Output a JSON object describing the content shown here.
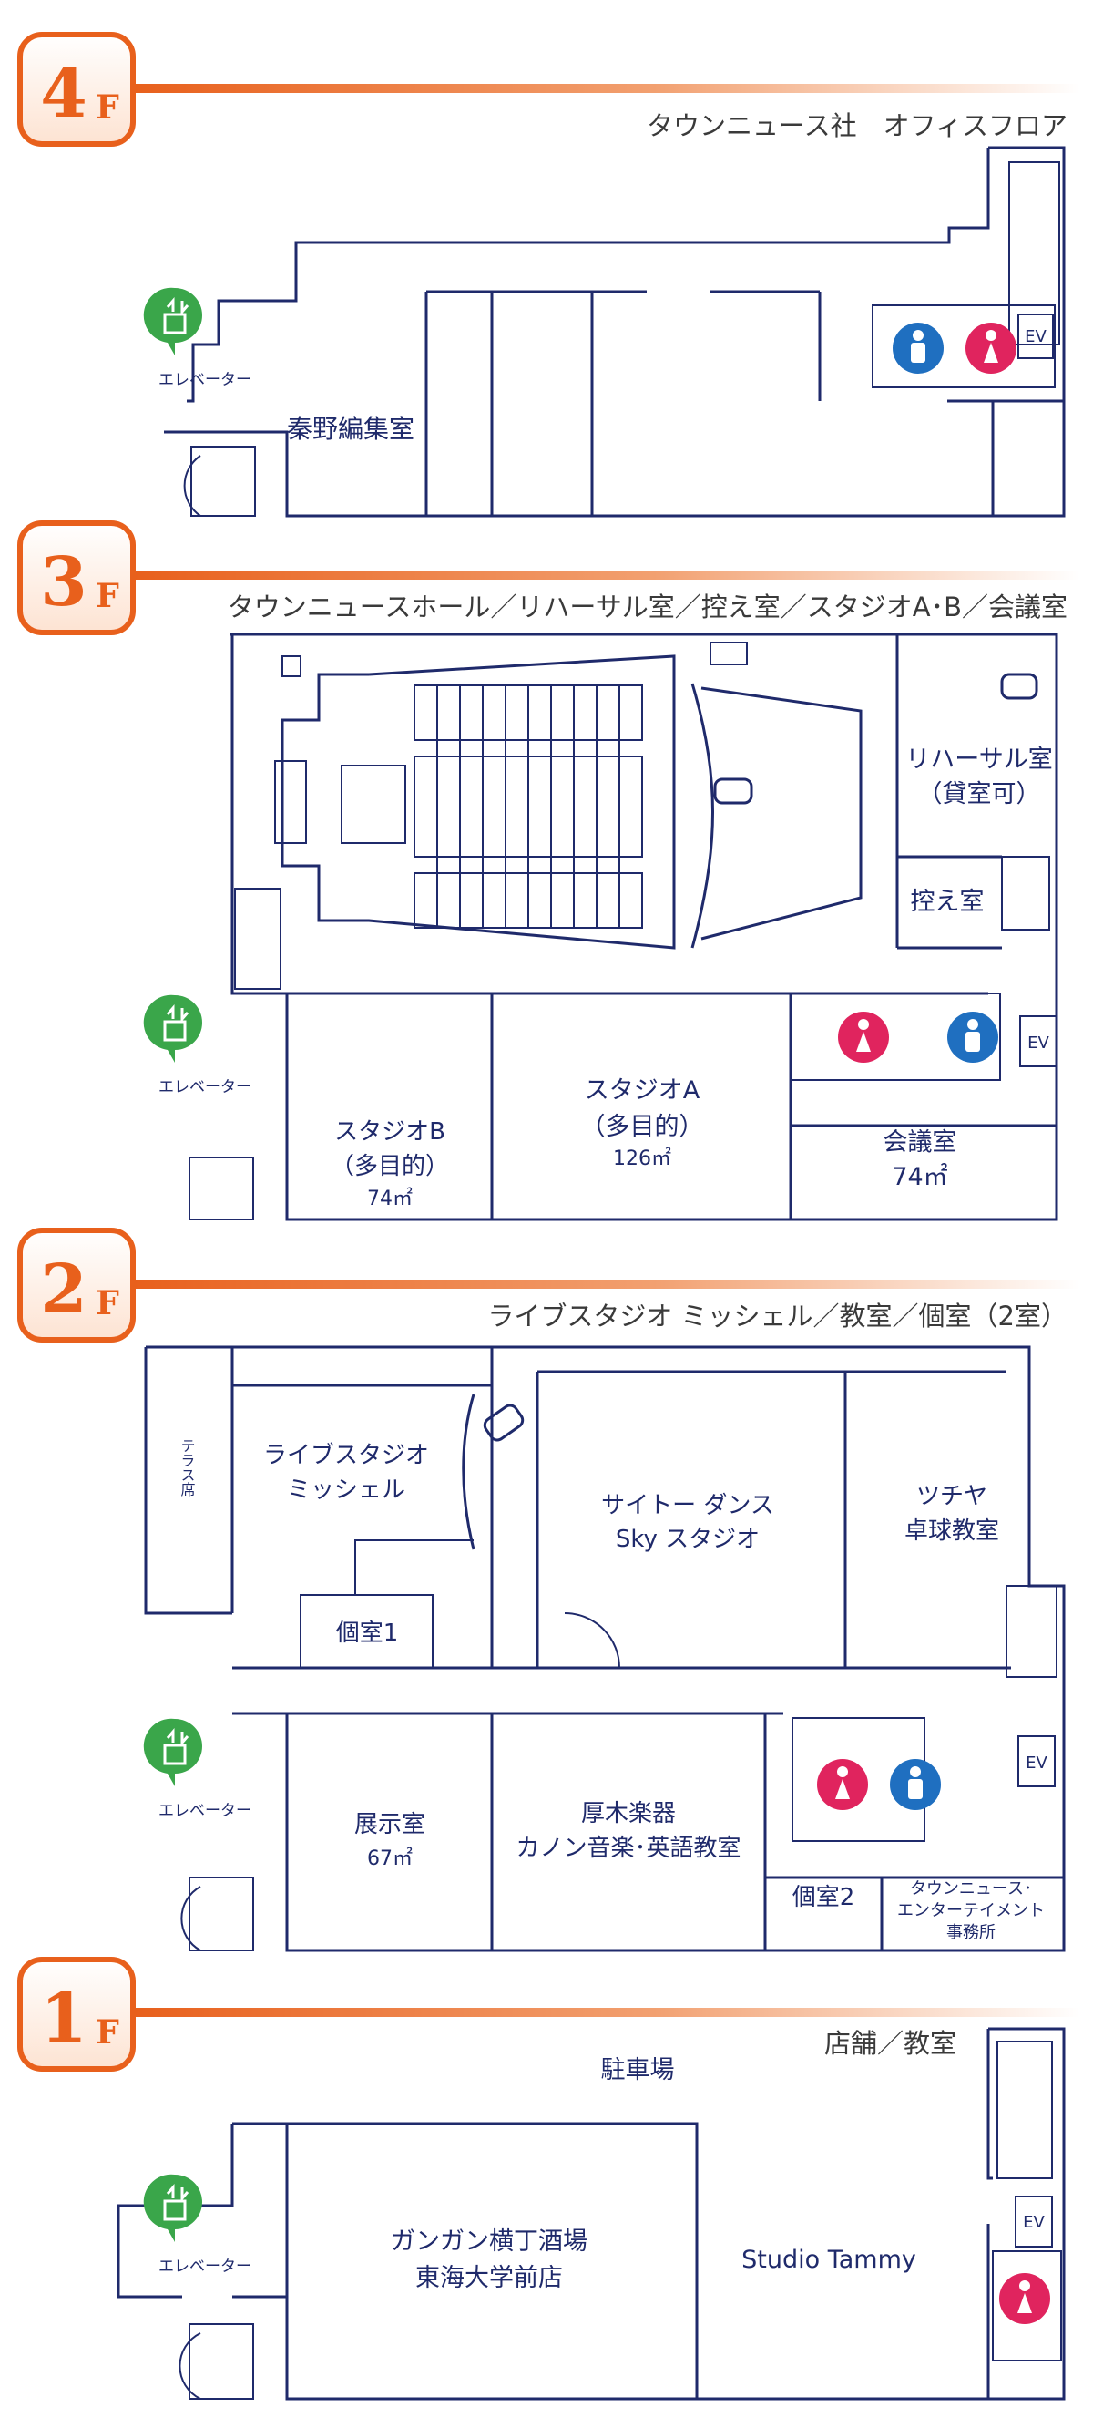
{
  "colors": {
    "accent": "#e8601c",
    "line": "#1f2a6b",
    "elevator": "#3aa64a",
    "male": "#1f6fc0",
    "female": "#e0245e"
  },
  "icons": [
    "elevator-icon",
    "male-restroom-icon",
    "female-restroom-icon",
    "piano-icon"
  ],
  "floors": {
    "f4": {
      "num": "4",
      "suffix": "F",
      "description": "タウンニュース社　オフィスフロア",
      "elevator_label": "エレベーター",
      "ev": "EV",
      "room_hatano": "秦野編集室"
    },
    "f3": {
      "num": "3",
      "suffix": "F",
      "description": "タウンニュースホール／リハーサル室／控え室／スタジオA･B／会議室",
      "elevator_label": "エレベーター",
      "ev": "EV",
      "rehearsal_1": "リハーサル室",
      "rehearsal_2": "（貸室可）",
      "waiting": "控え室",
      "studio_b_1": "スタジオB",
      "studio_b_2": "（多目的）",
      "studio_b_3": "74㎡",
      "studio_a_1": "スタジオA",
      "studio_a_2": "（多目的）",
      "studio_a_3": "126㎡",
      "meeting_1": "会議室",
      "meeting_2": "74㎡"
    },
    "f2": {
      "num": "2",
      "suffix": "F",
      "description": "ライブスタジオ  ミッシェル／教室／個室（2室）",
      "elevator_label": "エレベーター",
      "ev": "EV",
      "terrace": "テラス席",
      "live_1": "ライブスタジオ",
      "live_2": "ミッシェル",
      "saito_1": "サイトー ダンス",
      "saito_2": "Sky スタジオ",
      "tsuchiya_1": "ツチヤ",
      "tsuchiya_2": "卓球教室",
      "private1": "個室1",
      "exhibit_1": "展示室",
      "exhibit_2": "67㎡",
      "atsugi_1": "厚木楽器",
      "atsugi_2": "カノン音楽･英語教室",
      "private2": "個室2",
      "tne_1": "タウンニュース･",
      "tne_2": "エンターテイメント",
      "tne_3": "事務所"
    },
    "f1": {
      "num": "1",
      "suffix": "F",
      "description": "店舗／教室",
      "elevator_label": "エレベーター",
      "ev": "EV",
      "parking": "駐車場",
      "gangan_1": "ガンガン横丁酒場",
      "gangan_2": "東海大学前店",
      "tammy": "Studio Tammy"
    }
  }
}
